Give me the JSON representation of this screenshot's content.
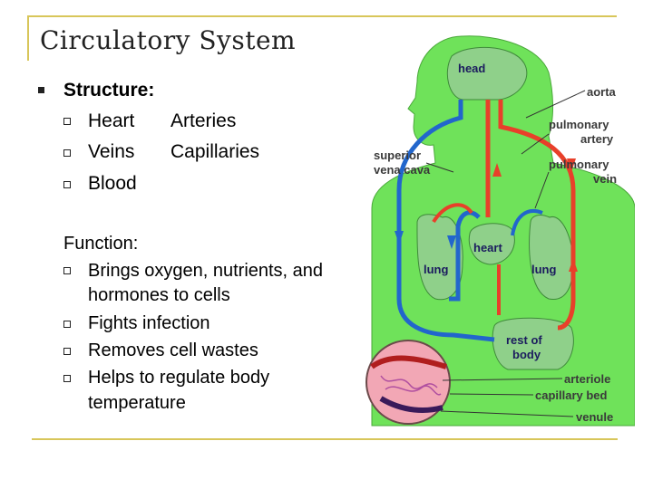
{
  "slide": {
    "title": "Circulatory System",
    "structure": {
      "heading": "Structure:",
      "col1": [
        "Heart",
        "Veins",
        "Blood"
      ],
      "col2": [
        "Arteries",
        "Capillaries"
      ]
    },
    "function": {
      "heading": "Function:",
      "items": [
        "Brings oxygen, nutrients, and",
        "hormones to cells",
        "Fights infection",
        "Removes cell wastes",
        "Helps to regulate body",
        "temperature"
      ]
    }
  },
  "diagram": {
    "labels": {
      "head": "head",
      "aorta": "aorta",
      "pulmonary_artery_1": "pulmonary",
      "pulmonary_artery_2": "artery",
      "superior_1": "superior",
      "superior_2": "vena cava",
      "pulmonary_vein_1": "pulmonary",
      "pulmonary_vein_2": "vein",
      "heart": "heart",
      "lung_left": "lung",
      "lung_right": "lung",
      "rest_1": "rest of",
      "rest_2": "body",
      "arteriole": "arteriole",
      "capillary_bed": "capillary bed",
      "venule": "venule"
    },
    "colors": {
      "body": "#6fe25a",
      "organ": "#8fd08a",
      "artery": "#e8402a",
      "vein": "#2266cc",
      "capillary_bg": "#f2a7b5",
      "frame": "#d8c65a"
    }
  }
}
